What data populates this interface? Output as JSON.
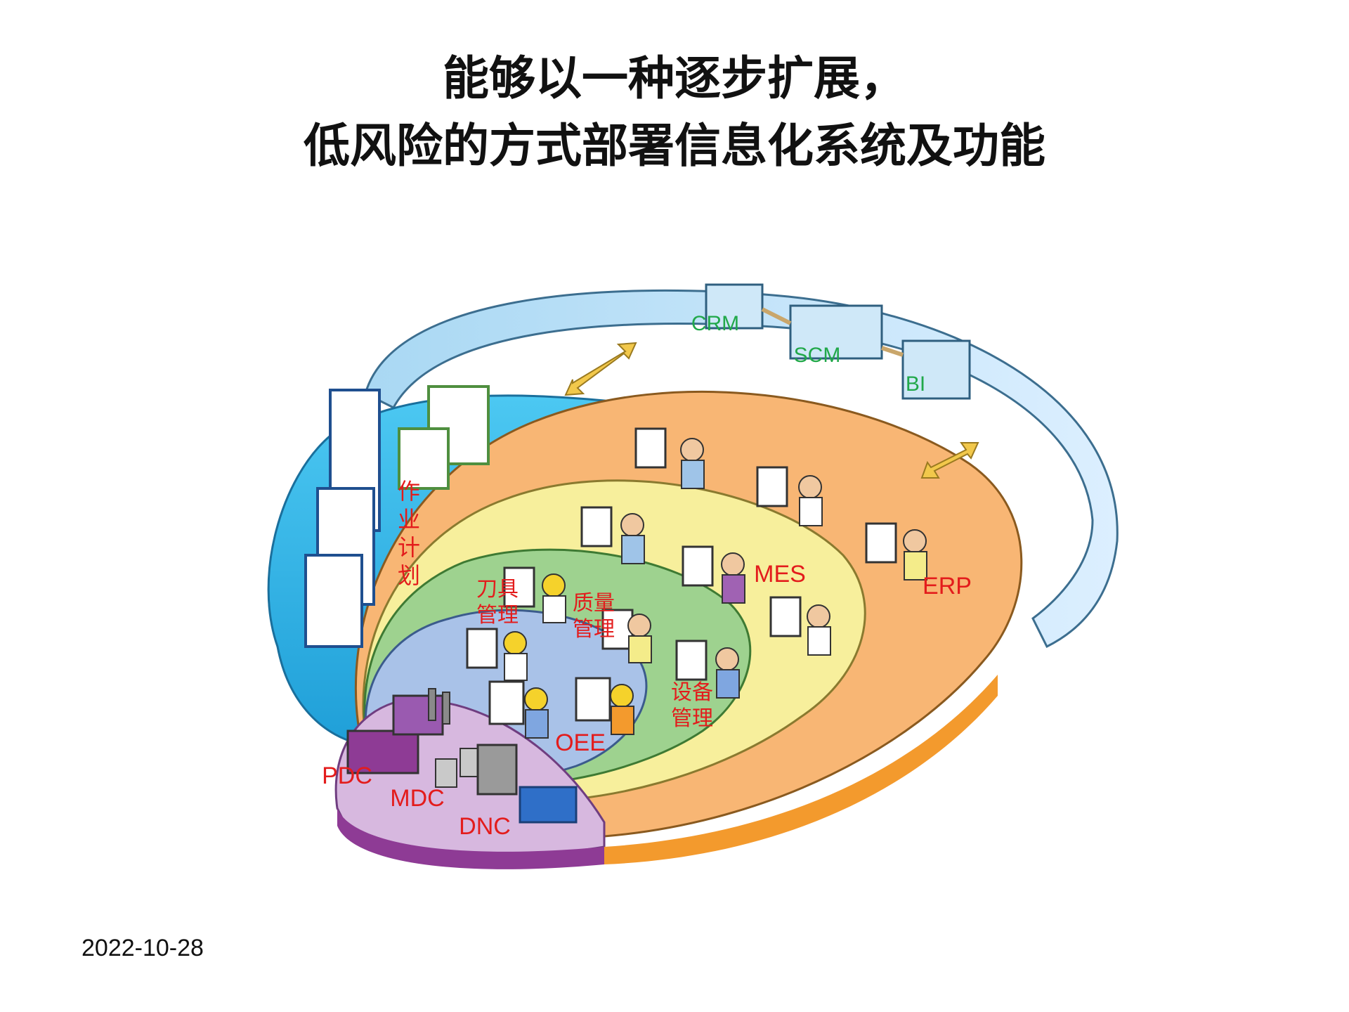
{
  "title": {
    "line1": "能够以一种逐步扩展，",
    "line2": "低风险的方式部署信息化系统及功能"
  },
  "enterprise_systems": [
    "CRM",
    "SCM",
    "BI"
  ],
  "layer_labels": {
    "erp": "ERP",
    "mes": "MES",
    "job_plan": [
      "作",
      "业",
      "计",
      "划"
    ],
    "tool_mgmt": [
      "刀具",
      "管理"
    ],
    "quality_mgmt": [
      "质量",
      "管理"
    ],
    "equipment_mgmt": [
      "设备",
      "管理"
    ],
    "oee": "OEE",
    "pdc": "PDC",
    "mdc": "MDC",
    "dnc": "DNC"
  },
  "colors": {
    "enterprise_label": "#21a84a",
    "module_label": "#e31c1c",
    "ribbon": "#cfe8f8",
    "blue_layer": "#3cbcec",
    "erp_layer": "#f8b674",
    "mes_layer": "#f7ef9c",
    "green_layer": "#9ed28f",
    "oee_layer": "#a9c2e8",
    "factory_layer": "#d7b8df"
  },
  "date": "2022-10-28"
}
